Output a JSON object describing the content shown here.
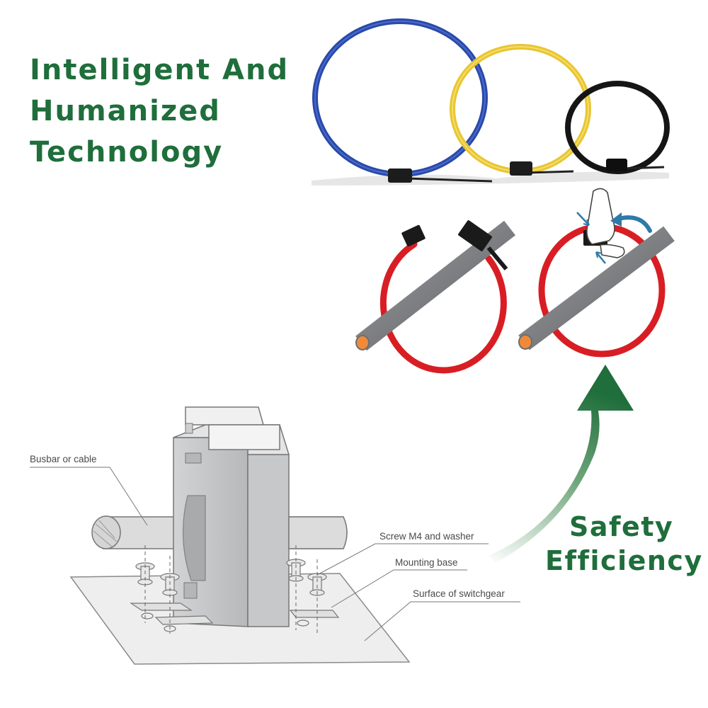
{
  "headline": {
    "line1": "Intelligent And",
    "line2": "Humanized",
    "line3": "Technology"
  },
  "tagline": {
    "line1": "Safety",
    "line2": "Efficiency"
  },
  "diagram_labels": {
    "busbar": "Busbar or cable",
    "screw": "Screw M4 and washer",
    "base": "Mounting base",
    "surface": "Surface of switchgear"
  },
  "colors": {
    "brand_green": "#1f6e3b",
    "coil_blue": "#2a4aa8",
    "coil_yellow": "#e8c631",
    "coil_black": "#151515",
    "coil_red": "#d81e24",
    "rod_gray": "#7d7f82",
    "rod_core": "#f08a3a"
  },
  "icons": [
    "rogowski-coil-icon",
    "hand-press-icon",
    "curved-arrow-icon",
    "current-transformer-icon"
  ]
}
